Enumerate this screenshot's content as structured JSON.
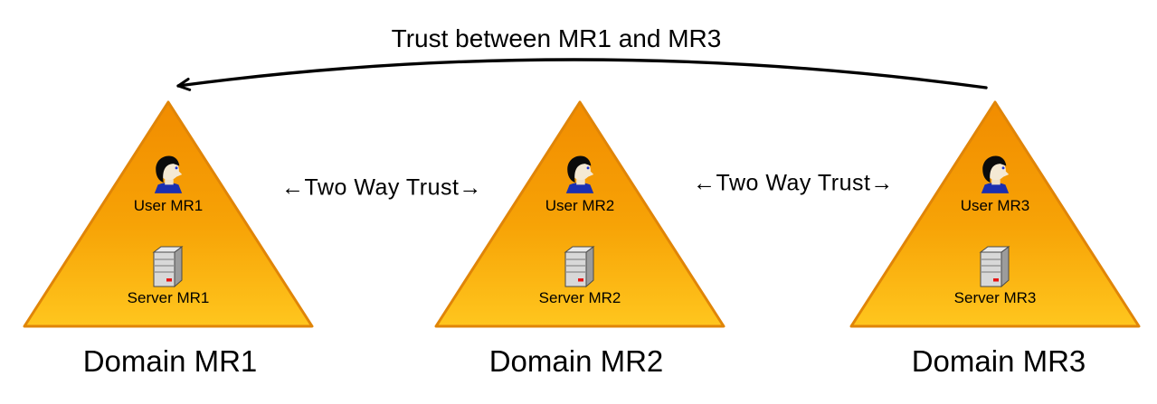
{
  "title": "Trust between MR1 and MR3",
  "trust_links": [
    {
      "label": "←Two Way Trust→"
    },
    {
      "label": "←Two Way Trust→"
    }
  ],
  "domains": [
    {
      "name": "Domain MR1",
      "user_label": "User MR1",
      "server_label": "Server MR1"
    },
    {
      "name": "Domain MR2",
      "user_label": "User MR2",
      "server_label": "Server MR2"
    },
    {
      "name": "Domain MR3",
      "user_label": "User MR3",
      "server_label": "Server MR3"
    }
  ],
  "icons": {
    "user": "user-icon",
    "server": "server-icon"
  },
  "colors": {
    "triangle_gradient_top": "#F18C00",
    "triangle_gradient_bottom": "#FFC61E",
    "triangle_border": "#E08508",
    "arrow": "#000000",
    "text": "#000000",
    "background": "#FFFFFF",
    "user_shirt": "#1B2FB0",
    "server_led": "#E51515"
  }
}
